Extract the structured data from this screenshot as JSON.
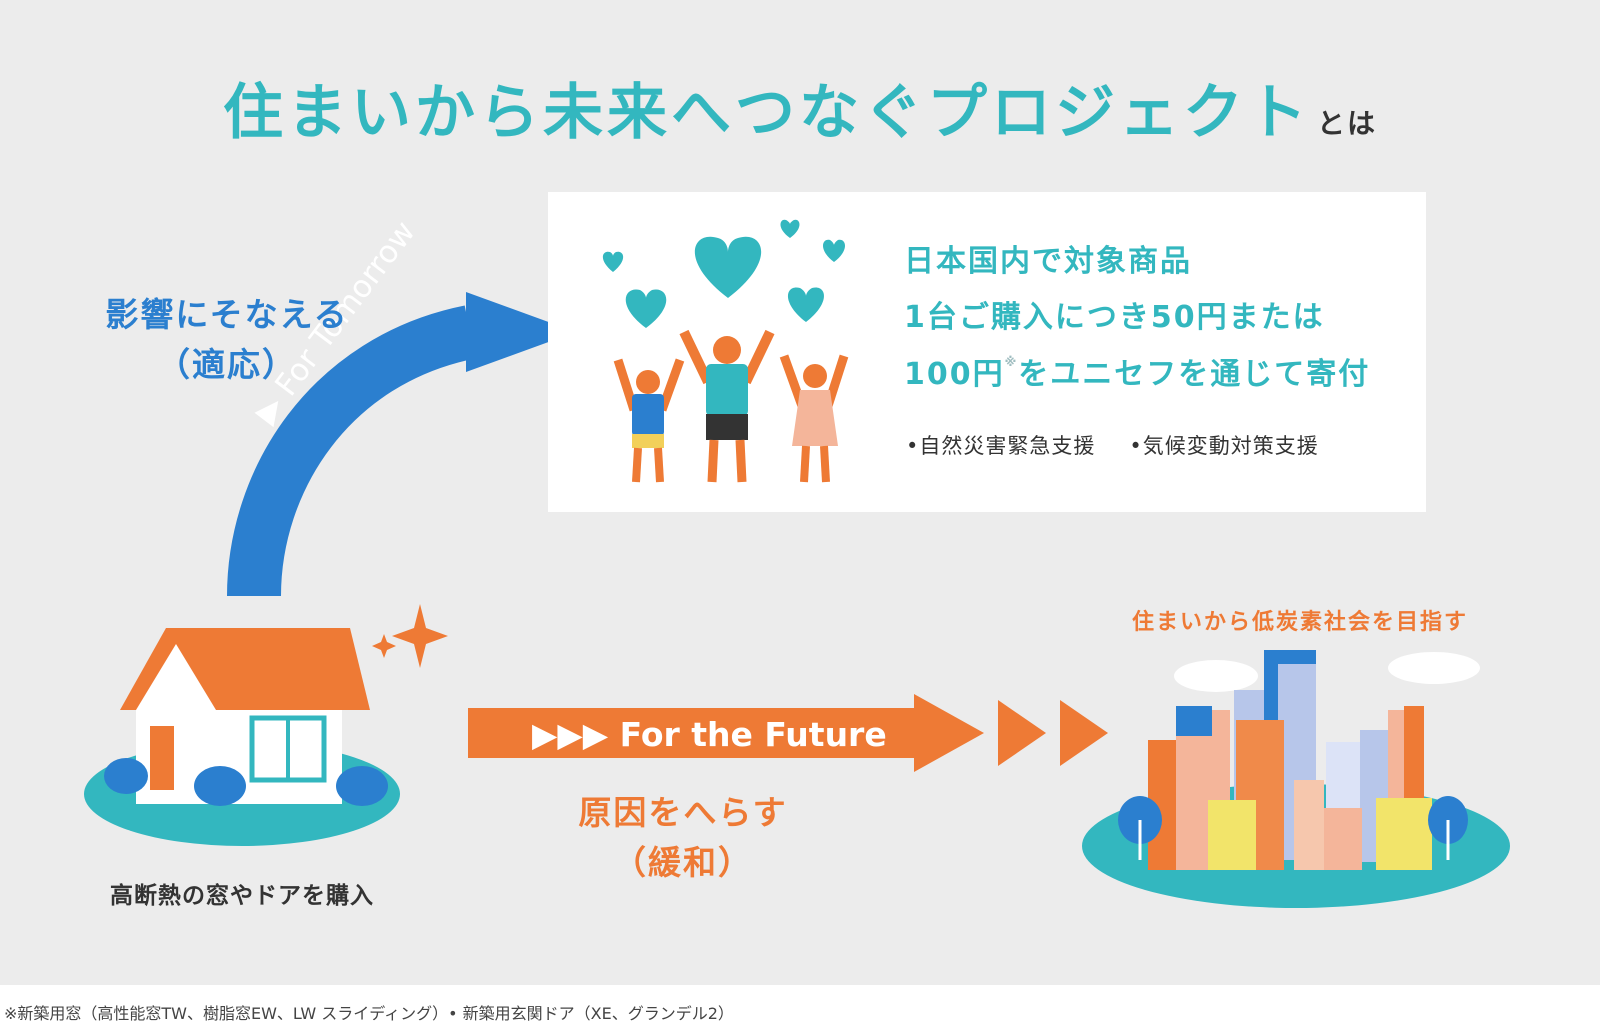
{
  "title": {
    "main": "住まいから未来へつなぐプロジェクト",
    "suffix": "とは"
  },
  "panel": {
    "lines": [
      "日本国内で対象商品",
      "1台ご購入につき50円または",
      "100円"
    ],
    "line3_mark": "※",
    "line3_rest": "をユニセフを通じて寄付",
    "supports": [
      "•自然災害緊急支援",
      "•気候変動対策支援"
    ]
  },
  "adaptation": {
    "line1": "影響にそなえる",
    "line2": "（適応）"
  },
  "tomorrow_arrow": {
    "label": "▶ For Tomorrow"
  },
  "future_arrow": {
    "label": "▶▶▶ For the Future"
  },
  "mitigation": {
    "line1": "原因をへらす",
    "line2": "（緩和）"
  },
  "city": {
    "caption": "住まいから低炭素社会を目指す"
  },
  "house": {
    "caption": "高断熱の窓やドアを購入"
  },
  "footnote": "※新築用窓（高性能窓TW、樹脂窓EW、LW スライディング）• 新築用玄関ドア（XE、グランデル2）",
  "colors": {
    "teal": "#33b7bf",
    "blue": "#2b7fcf",
    "orange": "#ee7a35",
    "background": "#ececec"
  }
}
